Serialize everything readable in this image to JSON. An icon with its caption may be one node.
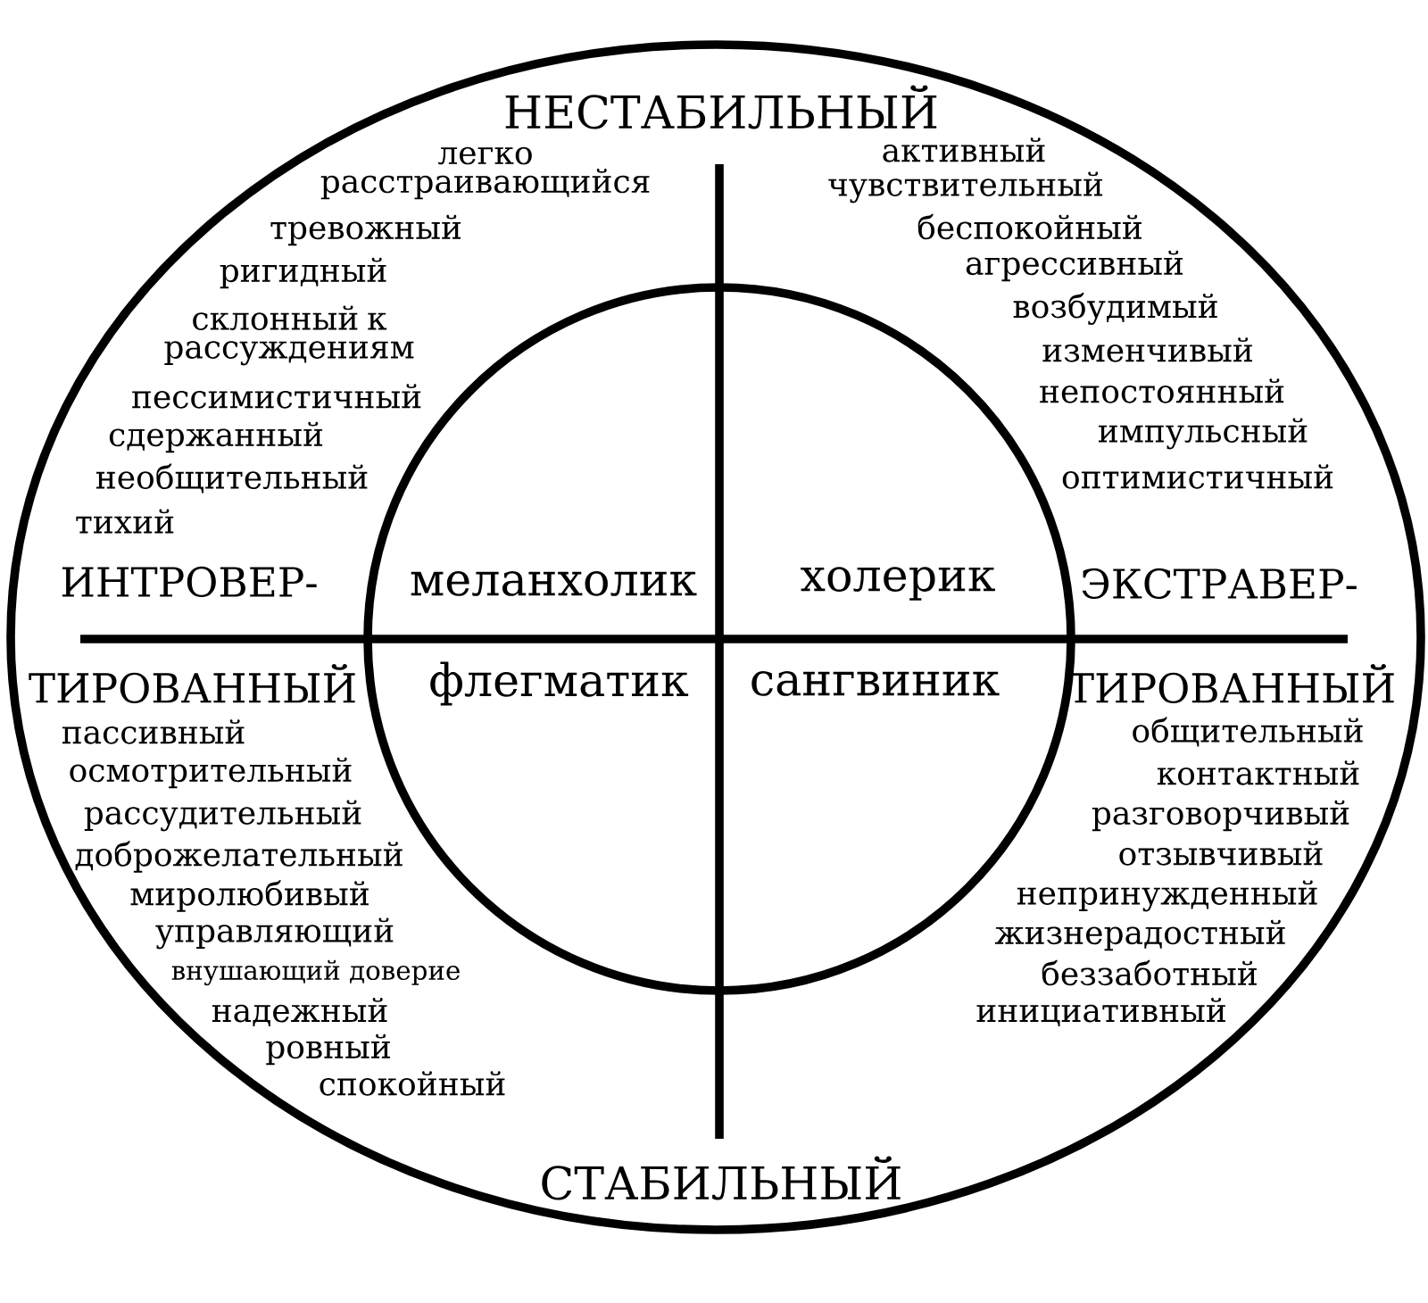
{
  "diagram": {
    "nodes": [
      {
        "text": [],
        "shape": "ellipse"
      },
      {
        "text": [],
        "shape": "circle",
        "in": 0
      }
    ],
    "labels": [
      "НЕСТАБИЛЬНЫЙ",
      "легко расстраивающийся",
      "тревожный",
      "ригидный",
      "склонный к рассуждениям",
      "пессимистичный",
      "сдержанный",
      "необщительный",
      "тихий",
      "активный",
      "чувствительный",
      "беспокойный",
      "агрессивный",
      "возбудимый",
      "изменчивый",
      "непостоянный",
      "импульсный",
      "оптимистичный",
      "ИНТРОВЕР-",
      "меланхолик",
      "холерик",
      "ЭКСТРАВЕР-",
      "ТИРОВАННЫЙ",
      "флегматик",
      "сангвиник",
      "ТИРОВАННЫЙ",
      "пассивный",
      "осмотрительный",
      "рассудительный",
      "доброжелательный",
      "миролюбивый",
      "управляющий",
      "внушающий доверие",
      "надежный",
      "ровный",
      "спокойный",
      "общительный",
      "контактный",
      "разговорчивый",
      "отзывчивый",
      "непринужденный",
      "жизнерадостный",
      "беззаботный",
      "инициативный",
      "СТАБИЛЬНЫЙ"
    ]
  }
}
